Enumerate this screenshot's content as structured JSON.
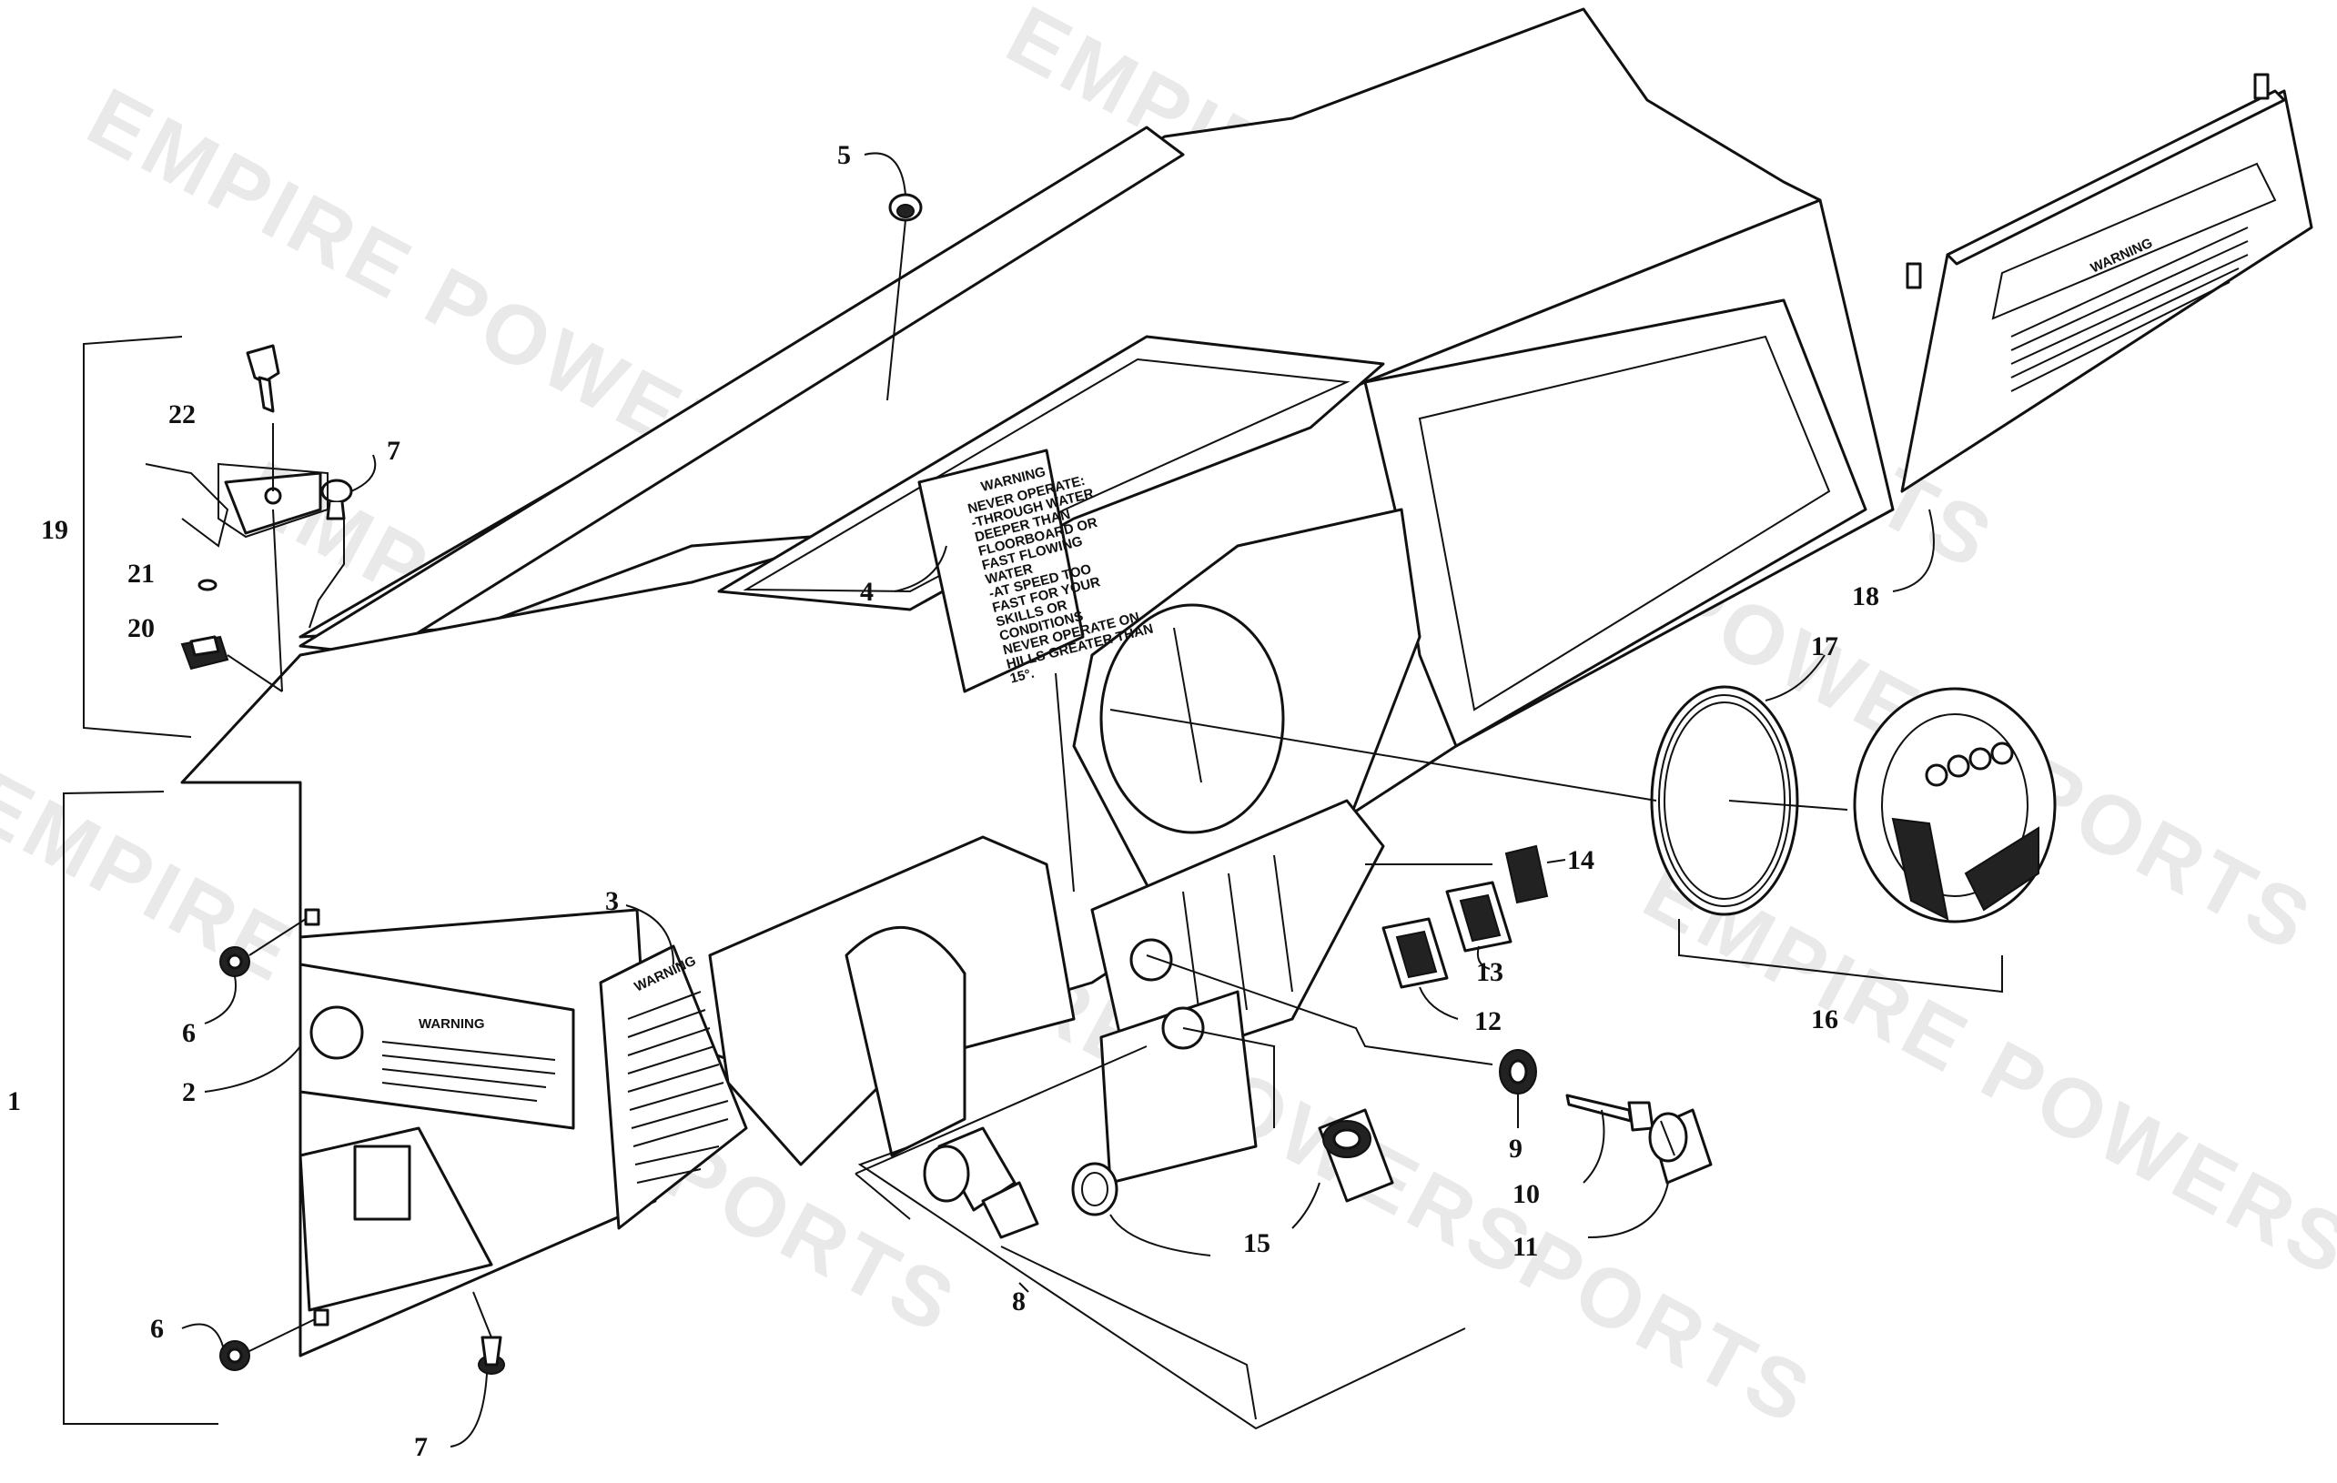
{
  "watermark": {
    "text": "EMPIRE POWERSPORTS"
  },
  "callouts": [
    {
      "id": "1",
      "label": "1"
    },
    {
      "id": "2",
      "label": "2"
    },
    {
      "id": "3",
      "label": "3"
    },
    {
      "id": "4",
      "label": "4"
    },
    {
      "id": "5",
      "label": "5"
    },
    {
      "id": "6a",
      "label": "6"
    },
    {
      "id": "6b",
      "label": "6"
    },
    {
      "id": "7a",
      "label": "7"
    },
    {
      "id": "7b",
      "label": "7"
    },
    {
      "id": "8",
      "label": "8"
    },
    {
      "id": "9",
      "label": "9"
    },
    {
      "id": "10",
      "label": "10"
    },
    {
      "id": "11",
      "label": "11"
    },
    {
      "id": "12",
      "label": "12"
    },
    {
      "id": "13",
      "label": "13"
    },
    {
      "id": "14",
      "label": "14"
    },
    {
      "id": "15",
      "label": "15"
    },
    {
      "id": "16",
      "label": "16"
    },
    {
      "id": "17",
      "label": "17"
    },
    {
      "id": "18",
      "label": "18"
    },
    {
      "id": "19",
      "label": "19"
    },
    {
      "id": "20",
      "label": "20"
    },
    {
      "id": "21",
      "label": "21"
    },
    {
      "id": "22",
      "label": "22"
    }
  ],
  "decals": {
    "hood_warning": {
      "title": "WARNING",
      "lines": [
        "NEVER OPERATE:",
        "-THROUGH WATER",
        "DEEPER THAN",
        "FLOORBOARD OR",
        "FAST FLOWING",
        "WATER",
        "-AT SPEED TOO",
        "FAST FOR YOUR",
        "SKILLS OR",
        "CONDITIONS",
        "NEVER OPERATE ON",
        "HILLS GREATER THAN",
        "15°."
      ]
    },
    "door_warning": {
      "title": "WARNING"
    },
    "side_warning": {
      "title": "WARNING"
    },
    "visor_warning": {
      "title": "WARNING"
    }
  },
  "colors": {
    "line": "#111111",
    "watermark": "#cfcfcf",
    "background": "#ffffff"
  }
}
